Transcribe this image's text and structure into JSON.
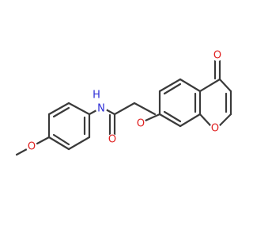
{
  "atoms": {
    "o_methoxy": {
      "label": "O",
      "color": "#e02020"
    },
    "n_amide": {
      "label": "N",
      "color": "#2b2bd6"
    },
    "h_amide": {
      "label": "H",
      "color": "#2b2bd6"
    },
    "o_carbonyl": {
      "label": "O",
      "color": "#e02020"
    },
    "o_ether": {
      "label": "O",
      "color": "#e02020"
    },
    "o_ketone": {
      "label": "O",
      "color": "#e02020"
    },
    "o_ring": {
      "label": "O",
      "color": "#e02020"
    }
  },
  "colors": {
    "bond": "#3a3a3a",
    "background": "#ffffff"
  }
}
